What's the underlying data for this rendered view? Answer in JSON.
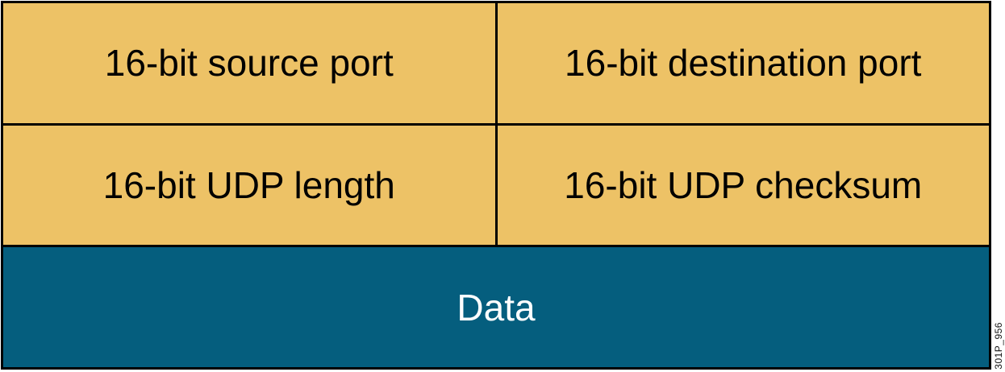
{
  "figure": {
    "rows": [
      {
        "cells": [
          {
            "label": "16-bit source port"
          },
          {
            "label": "16-bit destination port"
          }
        ]
      },
      {
        "cells": [
          {
            "label": "16-bit UDP length"
          },
          {
            "label": "16-bit UDP checksum"
          }
        ]
      }
    ],
    "data_row": {
      "label": "Data"
    }
  },
  "watermark": {
    "text": "301P_956"
  },
  "colors": {
    "field_fill": "#edc266",
    "data_fill": "#055e7e",
    "border": "#000000",
    "field_text": "#000000",
    "data_text": "#ffffff",
    "background": "#ffffff"
  }
}
